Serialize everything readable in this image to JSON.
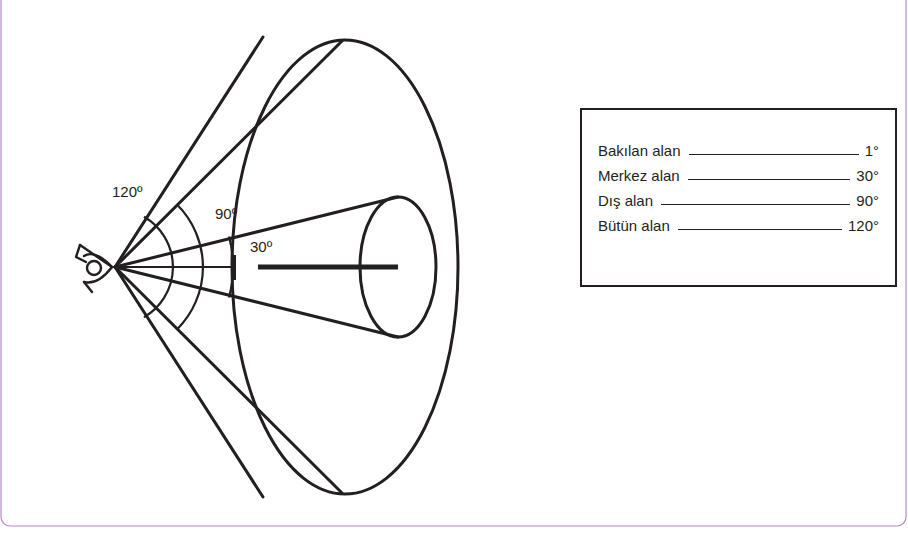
{
  "diagram": {
    "nodes": [
      {
        "text": [
          "Bakılan alan",
          "1°",
          "Merkez alan",
          "30°",
          "Dış alan",
          "90°",
          "Bütün alan",
          "120°"
        ]
      }
    ],
    "labels": [
      "120º",
      "90º",
      "30º"
    ]
  }
}
